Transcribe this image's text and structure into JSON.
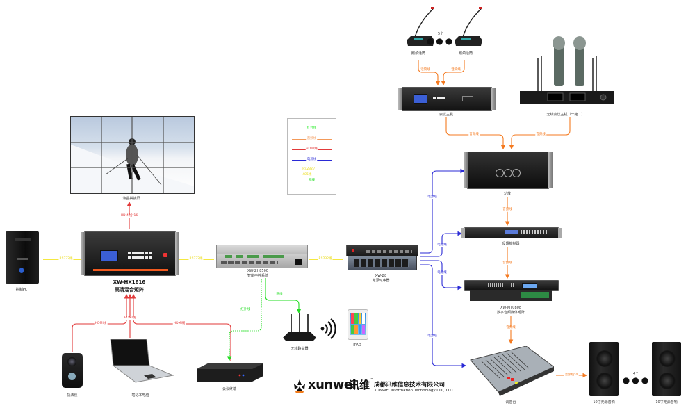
{
  "diagram": {
    "type": "system-connection-diagram",
    "legend": {
      "title": "",
      "items": [
        {
          "label": "红外线",
          "style": "dotted",
          "color": "#33ee33"
        },
        {
          "label": "音频线",
          "style": "solid",
          "color": "#f39a5a"
        },
        {
          "label": "HDMI线",
          "style": "solid",
          "color": "#e23a3a"
        },
        {
          "label": "电源线",
          "style": "solid",
          "color": "#2a2ad6"
        },
        {
          "label": "RS232 / 485线",
          "style": "solid",
          "color": "#f5f500"
        },
        {
          "label": "网线",
          "style": "solid",
          "color": "#22dd22"
        }
      ]
    },
    "devices": {
      "video_wall": {
        "label": "液晶拼接屏"
      },
      "matrix": {
        "model": "XW-HX1616",
        "label": "高清混合矩阵"
      },
      "control_pc": {
        "label": "控制PC"
      },
      "central_control": {
        "model": "XW-ZH8500",
        "label": "智能中控系统"
      },
      "power_sequencer": {
        "model": "XW-Z8",
        "label": "电源时序器"
      },
      "gooseneck_mic_1": {
        "label": "鹅颈话筒"
      },
      "gooseneck_mic_2": {
        "label": "鹅颈话筒"
      },
      "mic_count": "5个",
      "conference_host": {
        "label": "会议主机"
      },
      "wireless_host": {
        "label": "无线会议主机（一拖二）"
      },
      "amplifier": {
        "label": "功放"
      },
      "feedback_suppressor": {
        "label": "反馈抑制器"
      },
      "audio_matrix": {
        "model": "XW-MT0808",
        "label": "数字音频媒体矩阵"
      },
      "mixer": {
        "label": "调音台"
      },
      "speaker_1": {
        "label": "10寸无源音响"
      },
      "speaker_2": {
        "label": "10寸无源音响"
      },
      "speaker_count": "4个",
      "router": {
        "label": "无线路由器"
      },
      "ipad": {
        "label": "IPAD"
      },
      "conference_terminal": {
        "label": "会议终端"
      },
      "body_camera": {
        "label": "执法仪"
      },
      "laptop": {
        "label": "笔记本电脑"
      }
    },
    "connections": [
      {
        "from": "matrix",
        "to": "video_wall",
        "type": "HDMI线",
        "label": "HDMI线*16"
      },
      {
        "from": "control_pc",
        "to": "matrix",
        "type": "RS232 / 485线",
        "label": "RS232线"
      },
      {
        "from": "matrix",
        "to": "central_control",
        "type": "RS232 / 485线",
        "label": "RS232线"
      },
      {
        "from": "central_control",
        "to": "power_sequencer",
        "type": "RS232 / 485线",
        "label": "RS232线"
      },
      {
        "from": "body_camera",
        "to": "matrix",
        "type": "HDMI线",
        "label": "HDMI线"
      },
      {
        "from": "laptop",
        "to": "matrix",
        "type": "HDMI线",
        "label": "HDMI线"
      },
      {
        "from": "conference_terminal",
        "to": "matrix",
        "type": "HDMI线",
        "label": "HDMI线"
      },
      {
        "from": "central_control",
        "to": "conference_terminal",
        "type": "红外线",
        "label": "红外线"
      },
      {
        "from": "central_control",
        "to": "router",
        "type": "网线",
        "label": "网线"
      },
      {
        "from": "gooseneck_mic_1",
        "to": "conference_host",
        "type": "音频线",
        "label": "话筒线"
      },
      {
        "from": "gooseneck_mic_2",
        "to": "conference_host",
        "type": "音频线",
        "label": "话筒线"
      },
      {
        "from": "conference_host",
        "to": "amplifier",
        "type": "音频线",
        "label": "音频线"
      },
      {
        "from": "wireless_host",
        "to": "amplifier",
        "type": "音频线",
        "label": "音频线"
      },
      {
        "from": "amplifier",
        "to": "feedback_suppressor",
        "type": "音频线",
        "label": "音频线"
      },
      {
        "from": "feedback_suppressor",
        "to": "audio_matrix",
        "type": "音频线",
        "label": "音频线"
      },
      {
        "from": "audio_matrix",
        "to": "mixer",
        "type": "音频线",
        "label": "音频线"
      },
      {
        "from": "mixer",
        "to": "speaker_1",
        "type": "音频线",
        "label": "音频线*4"
      },
      {
        "from": "power_sequencer",
        "to": "amplifier",
        "type": "电源线",
        "label": "电源线"
      },
      {
        "from": "power_sequencer",
        "to": "feedback_suppressor",
        "type": "电源线",
        "label": "电源线"
      },
      {
        "from": "power_sequencer",
        "to": "audio_matrix",
        "type": "电源线",
        "label": "电源线"
      },
      {
        "from": "power_sequencer",
        "to": "mixer",
        "type": "电源线",
        "label": "电源线"
      }
    ],
    "branding": {
      "logo_latin": "xunwei",
      "logo_cn": "讯维",
      "trademark": "™",
      "company_cn": "成都讯维信息技术有限公司",
      "company_en": "XUNWEI Information Technology CO., LTD."
    }
  }
}
